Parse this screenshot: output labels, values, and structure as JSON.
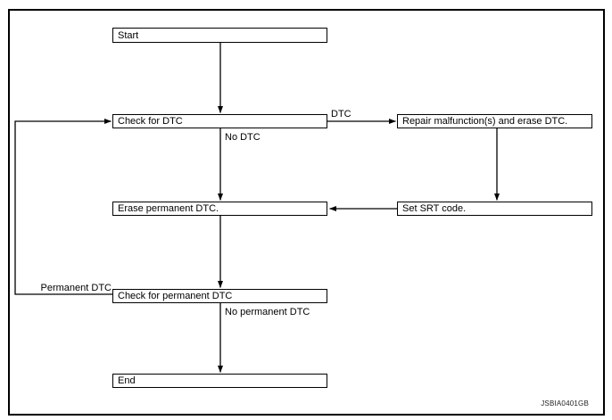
{
  "diagram": {
    "title": "DTC / permanent DTC erase procedure flowchart",
    "figure_code": "JSBIA0401GB",
    "colors": {
      "line": "#000000",
      "background": "#ffffff",
      "text": "#000000"
    },
    "nodes": [
      {
        "id": "start",
        "label": "Start"
      },
      {
        "id": "check-dtc",
        "label": "Check for DTC"
      },
      {
        "id": "repair",
        "label": "Repair malfunction(s) and erase DTC."
      },
      {
        "id": "erase-permanent",
        "label": "Erase permanent DTC."
      },
      {
        "id": "set-srt",
        "label": "Set SRT code."
      },
      {
        "id": "check-permanent",
        "label": "Check for permanent DTC"
      },
      {
        "id": "end",
        "label": "End"
      }
    ],
    "edge_labels": [
      {
        "id": "dtc",
        "text": "DTC"
      },
      {
        "id": "no-dtc",
        "text": "No DTC"
      },
      {
        "id": "permanent-dtc",
        "text": "Permanent DTC"
      },
      {
        "id": "no-permanent-dtc",
        "text": "No permanent DTC"
      }
    ]
  }
}
